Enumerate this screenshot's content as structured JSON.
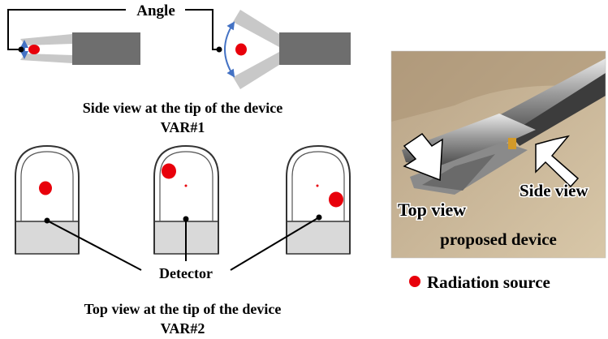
{
  "side_view": {
    "angle_label": "Angle",
    "caption": "Side view at the tip of the device",
    "variant": "VAR#1"
  },
  "top_view": {
    "detector_label": "Detector",
    "caption": "Top view at the tip of the device",
    "variant": "VAR#2"
  },
  "photo": {
    "top_view_label": "Top view",
    "side_view_label": "Side view",
    "caption": "proposed device"
  },
  "legend": {
    "radiation_label": "Radiation source",
    "radiation_color": "#e8000b"
  },
  "colors": {
    "jaw_gray": "#c8c8c8",
    "shaft_gray": "#6e6e6e",
    "detector_fill": "#d9d9d9",
    "arrow_blue": "#4472c4",
    "source_red": "#e8000b"
  }
}
